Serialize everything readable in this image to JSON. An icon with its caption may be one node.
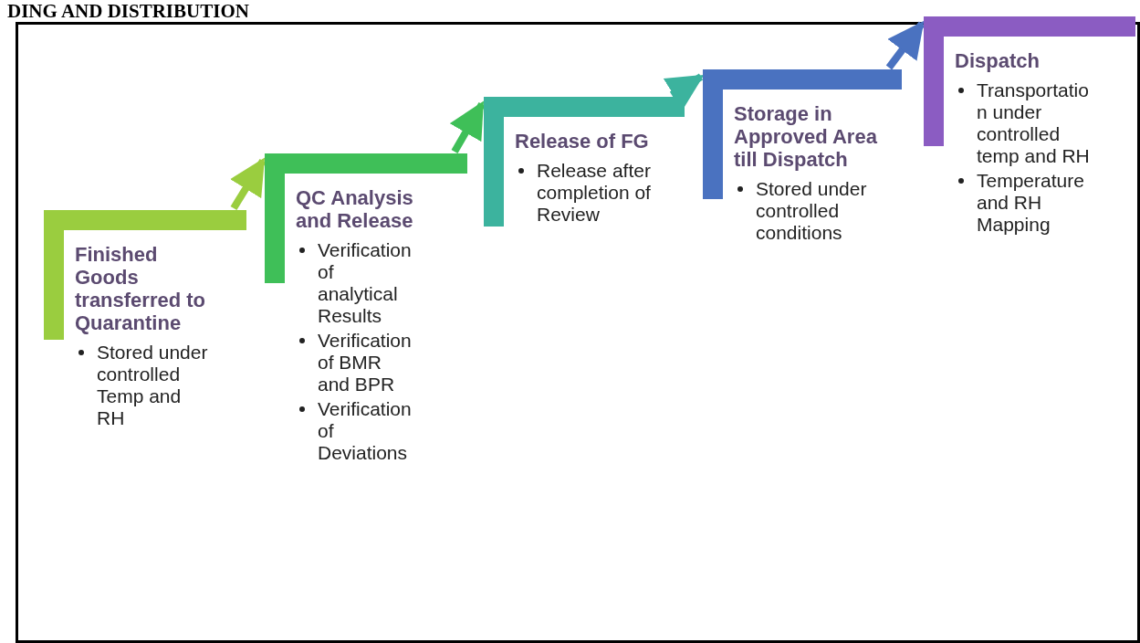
{
  "diagram": {
    "title": "DING AND DISTRIBUTION",
    "nodes": [
      {
        "text": [
          "Finished Goods transferred to Quarantine",
          "Stored under controlled Temp and RH"
        ]
      },
      {
        "text": [
          "QC Analysis and Release",
          "Verification of analytical Results",
          "Verification of BMR and BPR",
          "Verification of Deviations"
        ]
      },
      {
        "text": [
          "Release of FG",
          "Release after completion of Review"
        ]
      },
      {
        "text": [
          "Storage in Approved Area till Dispatch",
          "Stored under controlled conditions"
        ]
      },
      {
        "text": [
          "Dispatch",
          "Transportation under controlled temp and RH",
          "Temperature and RH Mapping"
        ]
      }
    ],
    "edges": [
      {
        "from": 0,
        "to": 1,
        "arrow": "to",
        "color": "#9acd3f"
      },
      {
        "from": 1,
        "to": 2,
        "arrow": "to",
        "color": "#3fbf58"
      },
      {
        "from": 2,
        "to": 3,
        "arrow": "to",
        "color": "#3cb39e"
      },
      {
        "from": 3,
        "to": 4,
        "arrow": "to",
        "color": "#4a72c0"
      }
    ]
  }
}
